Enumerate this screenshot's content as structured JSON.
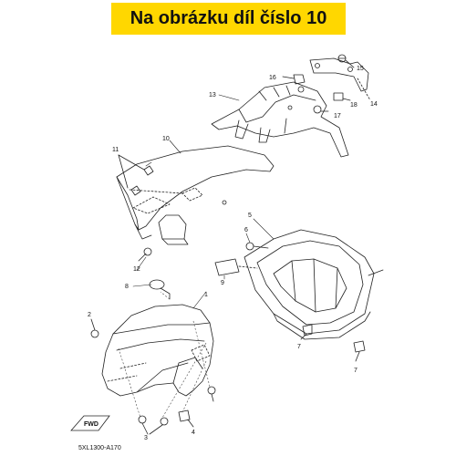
{
  "banner": {
    "title": "Na obrázku díl číslo 10"
  },
  "diagram": {
    "figure_code": "5XL1300-A170",
    "fwd_label": "FWD",
    "parts": [
      {
        "id": "p1",
        "label": "1"
      },
      {
        "id": "p2",
        "label": "2"
      },
      {
        "id": "p3",
        "label": "3"
      },
      {
        "id": "p4",
        "label": "4"
      },
      {
        "id": "p5",
        "label": "5"
      },
      {
        "id": "p6",
        "label": "6"
      },
      {
        "id": "p7a",
        "label": "7"
      },
      {
        "id": "p7b",
        "label": "7"
      },
      {
        "id": "p8",
        "label": "8"
      },
      {
        "id": "p9",
        "label": "9"
      },
      {
        "id": "p10",
        "label": "10"
      },
      {
        "id": "p11",
        "label": "11"
      },
      {
        "id": "p12",
        "label": "12"
      },
      {
        "id": "p13",
        "label": "13"
      },
      {
        "id": "p14",
        "label": "14"
      },
      {
        "id": "p15",
        "label": "15"
      },
      {
        "id": "p16",
        "label": "16"
      },
      {
        "id": "p17",
        "label": "17"
      },
      {
        "id": "p18",
        "label": "18"
      }
    ]
  }
}
